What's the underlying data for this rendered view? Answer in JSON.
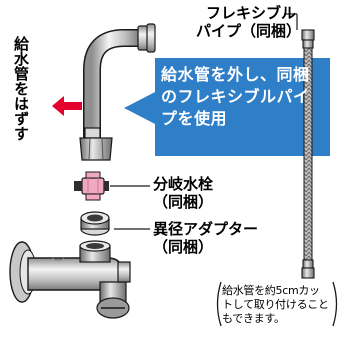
{
  "side_text": "給水管をはずす",
  "callout": {
    "text": "給水管を外し、同梱のフレキシブルパイプを使用"
  },
  "labels": {
    "flexible_pipe_line1": "フレキシブル",
    "flexible_pipe_line2": "パイプ（同梱）",
    "branch_faucet_line1": "分岐水栓",
    "branch_faucet_line2": "（同梱）",
    "adapter_line1": "異径アダプター",
    "adapter_line2": "（同梱）"
  },
  "note": {
    "text": "給水管を約5cmカットして取り付けることもできます。"
  },
  "colors": {
    "callout_bg": "#2f7fc8",
    "arrow_red": "#e6002d",
    "pipe_gray": "#c9c9c9",
    "outline": "#1a1a1a",
    "pink_valve": "#f2a8bf"
  }
}
